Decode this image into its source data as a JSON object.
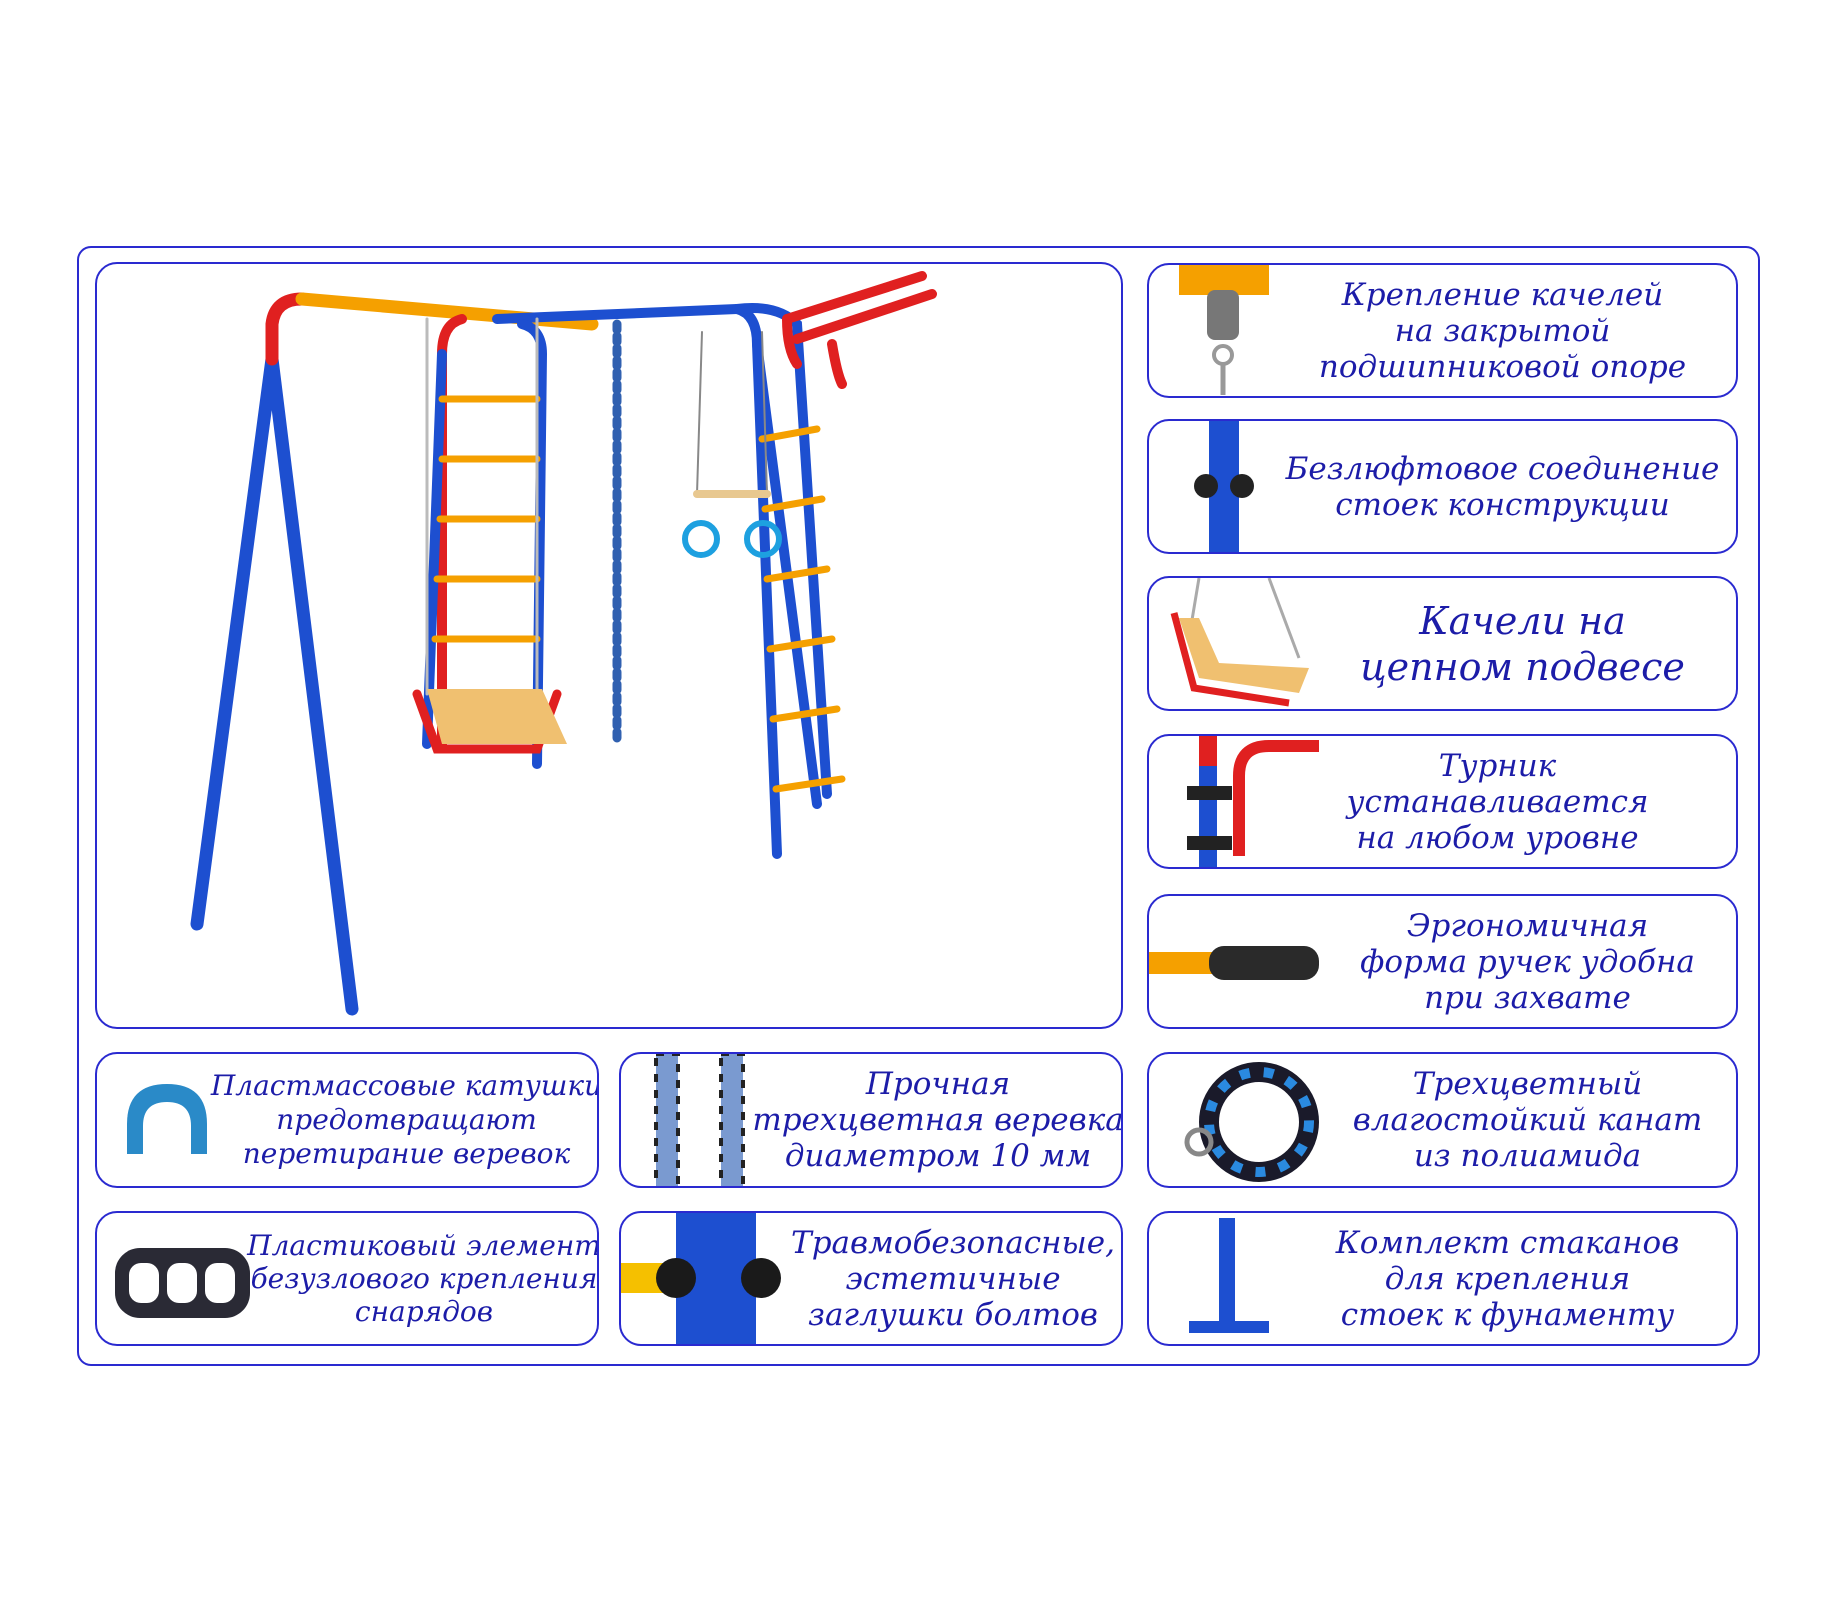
{
  "features": {
    "swing_mount": [
      "Крепление качелей",
      "на закрытой",
      "подшипниковой опоре"
    ],
    "joint": [
      "Безлюфтовое соединение",
      "стоек конструкции"
    ],
    "chain_swing": [
      "Качели на",
      "цепном подвесе"
    ],
    "pullup_bar": [
      "Турник",
      "устанавливается",
      "на любом уровне"
    ],
    "handles": [
      "Эргономичная",
      "форма ручек удобна",
      "при захвате"
    ],
    "rope_rings": [
      "Трехцветный",
      "влагостойкий канат",
      "из полиамида"
    ],
    "foundation": [
      "Комплект стаканов",
      "для крепления",
      "стоек к фунаменту"
    ],
    "spools": [
      "Пластмассовые катушки",
      "предотвращают",
      "перетирание веревок"
    ],
    "cord": [
      "Прочная",
      "трехцветная веревка",
      "диаметром 10 мм"
    ],
    "knotless": [
      "Пластиковый элемент",
      "безузлового крепления",
      "снарядов"
    ],
    "caps": [
      "Травмобезопасные,",
      "эстетичные",
      "заглушки болтов"
    ]
  },
  "colors": {
    "frame": "#2a2ad0",
    "text": "#1c1ca8",
    "blue": "#1d4fd0",
    "red": "#e02020",
    "orange": "#f5a000"
  }
}
